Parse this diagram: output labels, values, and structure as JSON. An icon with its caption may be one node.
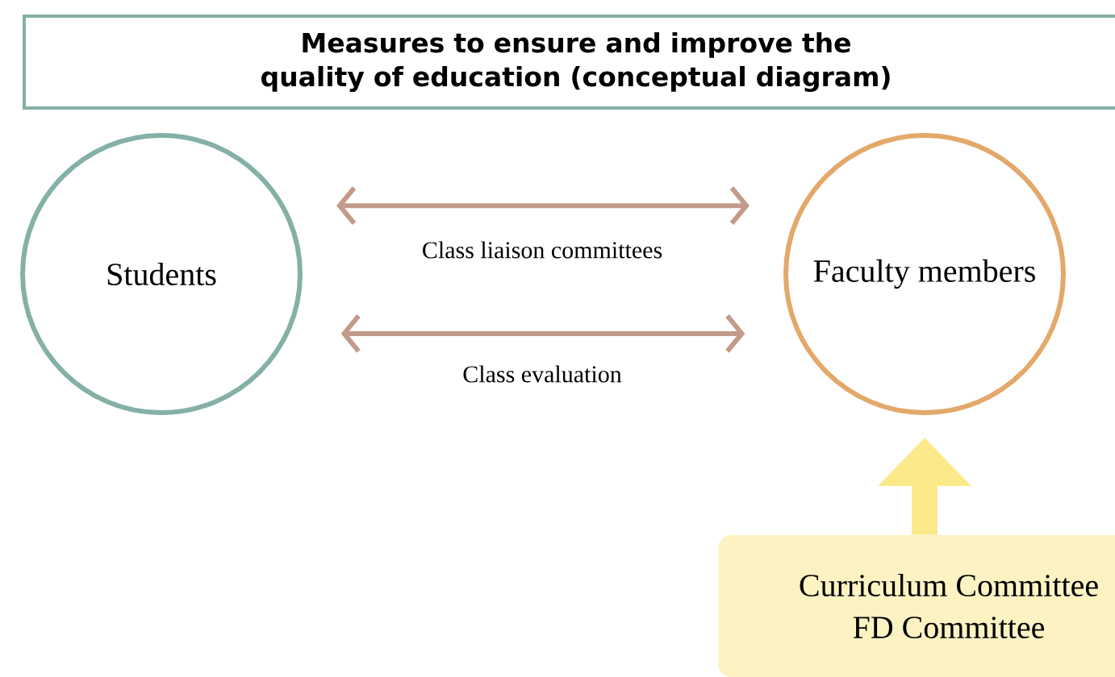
{
  "diagram": {
    "title": "Measures to ensure and improve the quality of education (conceptual diagram)",
    "nodes": [
      {
        "text": [
          "Students"
        ]
      },
      {
        "text": [
          "Faculty members"
        ]
      },
      {
        "text": [
          "Curriculum Committee",
          "FD Committee"
        ]
      }
    ],
    "edges": [
      {
        "from": 0,
        "to": 1,
        "arrow": "both",
        "label": "Class liaison committees"
      },
      {
        "from": 0,
        "to": 1,
        "arrow": "both",
        "label": "Class evaluation"
      },
      {
        "from": 2,
        "to": 1,
        "arrow": "to",
        "style": "thick",
        "color": "#fbe98a"
      }
    ]
  }
}
